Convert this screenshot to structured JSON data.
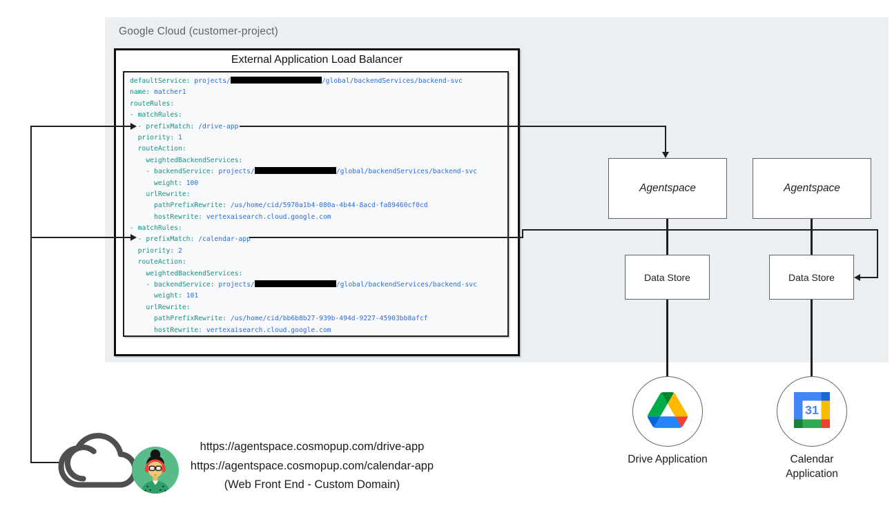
{
  "header": {
    "google_cloud_label": "Google Cloud (customer-project)"
  },
  "load_balancer": {
    "title": "External Application Load Balancer"
  },
  "code": {
    "lines": [
      [
        {
          "c": "k",
          "t": "defaultService:"
        },
        {
          "c": "p",
          "t": " "
        },
        {
          "c": "v",
          "t": "projects/"
        },
        {
          "c": "r",
          "t": "",
          "w": 132
        },
        {
          "c": "v",
          "t": "/global/backendServices/backend-svc"
        }
      ],
      [
        {
          "c": "k",
          "t": "name:"
        },
        {
          "c": "p",
          "t": " "
        },
        {
          "c": "v",
          "t": "matcher1"
        }
      ],
      [
        {
          "c": "k",
          "t": "routeRules:"
        }
      ],
      [
        {
          "c": "k",
          "t": "- matchRules:"
        }
      ],
      [
        {
          "c": "k",
          "t": "  - prefixMatch:"
        },
        {
          "c": "p",
          "t": " "
        },
        {
          "c": "v",
          "t": "/drive-app"
        }
      ],
      [
        {
          "c": "k",
          "t": "  priority:"
        },
        {
          "c": "p",
          "t": " "
        },
        {
          "c": "v",
          "t": "1"
        }
      ],
      [
        {
          "c": "k",
          "t": "  routeAction:"
        }
      ],
      [
        {
          "c": "k",
          "t": "    weightedBackendServices:"
        }
      ],
      [
        {
          "c": "k",
          "t": "    - backendService:"
        },
        {
          "c": "p",
          "t": " "
        },
        {
          "c": "v",
          "t": "projects/"
        },
        {
          "c": "r",
          "t": "",
          "w": 118
        },
        {
          "c": "v",
          "t": "/global/backendServices/backend-svc"
        }
      ],
      [
        {
          "c": "k",
          "t": "      weight:"
        },
        {
          "c": "p",
          "t": " "
        },
        {
          "c": "v",
          "t": "100"
        }
      ],
      [
        {
          "c": "k",
          "t": "    urlRewrite:"
        }
      ],
      [
        {
          "c": "k",
          "t": "      pathPrefixRewrite:"
        },
        {
          "c": "p",
          "t": " "
        },
        {
          "c": "v",
          "t": "/us/home/cid/5970a1b4-080a-4b44-8acd-fa89460cf0cd"
        }
      ],
      [
        {
          "c": "k",
          "t": "      hostRewrite:"
        },
        {
          "c": "p",
          "t": " "
        },
        {
          "c": "v",
          "t": "vertexaisearch.cloud.google.com"
        }
      ],
      [
        {
          "c": "k",
          "t": "- matchRules:"
        }
      ],
      [
        {
          "c": "k",
          "t": "  - prefixMatch:"
        },
        {
          "c": "p",
          "t": " "
        },
        {
          "c": "v",
          "t": "/calendar-app"
        }
      ],
      [
        {
          "c": "k",
          "t": "  priority:"
        },
        {
          "c": "p",
          "t": " "
        },
        {
          "c": "v",
          "t": "2"
        }
      ],
      [
        {
          "c": "k",
          "t": "  routeAction:"
        }
      ],
      [
        {
          "c": "k",
          "t": "    weightedBackendServices:"
        }
      ],
      [
        {
          "c": "k",
          "t": "    - backendService:"
        },
        {
          "c": "p",
          "t": " "
        },
        {
          "c": "v",
          "t": "projects/"
        },
        {
          "c": "r",
          "t": "",
          "w": 118
        },
        {
          "c": "v",
          "t": "/global/backendServices/backend-svc"
        }
      ],
      [
        {
          "c": "k",
          "t": "      weight:"
        },
        {
          "c": "p",
          "t": " "
        },
        {
          "c": "v",
          "t": "101"
        }
      ],
      [
        {
          "c": "k",
          "t": "    urlRewrite:"
        }
      ],
      [
        {
          "c": "k",
          "t": "      pathPrefixRewrite:"
        },
        {
          "c": "p",
          "t": " "
        },
        {
          "c": "v",
          "t": "/us/home/cid/bb6b8b27-939b-494d-9227-45903bb8afcf"
        }
      ],
      [
        {
          "c": "k",
          "t": "      hostRewrite:"
        },
        {
          "c": "p",
          "t": " "
        },
        {
          "c": "v",
          "t": "vertexaisearch.cloud.google.com"
        }
      ]
    ]
  },
  "nodes": {
    "agentspace_left": "Agentspace",
    "agentspace_right": "Agentspace",
    "datastore_left": "Data Store",
    "datastore_right": "Data Store",
    "drive_label": "Drive Application",
    "calendar_label": "Calendar Application"
  },
  "frontend": {
    "url_drive": "https://agentspace.cosmopup.com/drive-app",
    "url_calendar": "https://agentspace.cosmopup.com/calendar-app",
    "caption": "(Web Front End - Custom Domain)"
  },
  "icons": {
    "cloud": "cloud-outline",
    "user": "persona-avatar",
    "drive": "google-drive-triangle",
    "calendar": "google-calendar",
    "calendar_day": "31"
  },
  "colors": {
    "panel-bg": "#eceff1",
    "code-key": "#159184",
    "code-val": "#2b6ce0",
    "line": "#1f1f1f",
    "node-border": "#5f6368",
    "drive-blue": "#2684FC",
    "drive-green": "#00AC47",
    "drive-yellow": "#FFBA00",
    "drive-red": "#EA4335",
    "cal-blue": "#4285F4",
    "cal-darkblue": "#1967D2",
    "cal-yellow": "#FBBC04",
    "cal-green": "#34A853",
    "cal-darkgreen": "#188038",
    "cal-red": "#EA4335"
  }
}
